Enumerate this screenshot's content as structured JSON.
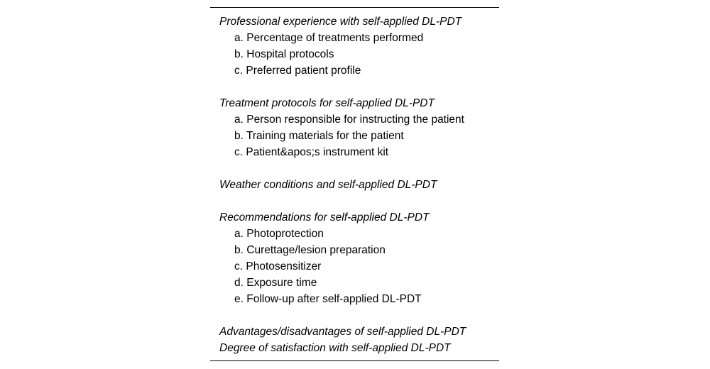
{
  "document": {
    "type": "outline-table",
    "rule_color": "#000000",
    "text_color": "#000000",
    "sections": [
      {
        "heading": "Professional experience with self-applied DL-PDT",
        "items": [
          {
            "marker": "a.",
            "text": "Percentage of treatments performed"
          },
          {
            "marker": "b.",
            "text": "Hospital protocols"
          },
          {
            "marker": "c.",
            "text": "Preferred patient profile"
          }
        ]
      },
      {
        "heading": "Treatment protocols for self-applied DL-PDT",
        "items": [
          {
            "marker": "a.",
            "text": "Person responsible for instructing the patient"
          },
          {
            "marker": "b.",
            "text": "Training materials for the patient"
          },
          {
            "marker": "c.",
            "text": "Patient&apos;s instrument kit"
          }
        ]
      },
      {
        "heading": "Weather conditions and self-applied DL-PDT",
        "items": []
      },
      {
        "heading": "Recommendations for self-applied DL-PDT",
        "items": [
          {
            "marker": "a.",
            "text": "Photoprotection"
          },
          {
            "marker": "b.",
            "text": "Curettage/lesion preparation"
          },
          {
            "marker": "c.",
            "text": "Photosensitizer"
          },
          {
            "marker": "d.",
            "text": "Exposure time"
          },
          {
            "marker": "e.",
            "text": "Follow-up after self-applied DL-PDT"
          }
        ]
      },
      {
        "heading": "Advantages/disadvantages of self-applied DL-PDT",
        "items": [],
        "tight": true
      },
      {
        "heading": "Degree of satisfaction with self-applied DL-PDT",
        "items": [],
        "tight": true
      }
    ]
  }
}
